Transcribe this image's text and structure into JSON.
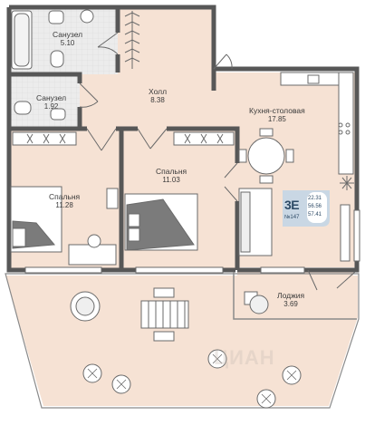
{
  "rooms": {
    "bathroom_large": {
      "name": "Санузел",
      "area": "5.10"
    },
    "bathroom_small": {
      "name": "Санузел",
      "area": "1.92"
    },
    "hall": {
      "name": "Холл",
      "area": "8.38"
    },
    "kitchen": {
      "name": "Кухня-столовая",
      "area": "17.85"
    },
    "bedroom_left": {
      "name": "Спальня",
      "area": "11.28"
    },
    "bedroom_center": {
      "name": "Спальня",
      "area": "11.03"
    },
    "loggia": {
      "name": "Лоджия",
      "area": "3.69"
    }
  },
  "badge": {
    "type": "3E",
    "number": "№147",
    "areas": [
      "22.31",
      "56.56",
      "57.41"
    ]
  },
  "watermark": "ЦИАН",
  "colors": {
    "floor": "#f6e2d4",
    "wall": "#575757",
    "tile": "#e9eaeb",
    "accent": "#5a7d9a",
    "badge_bg": "#c9d7e4"
  }
}
